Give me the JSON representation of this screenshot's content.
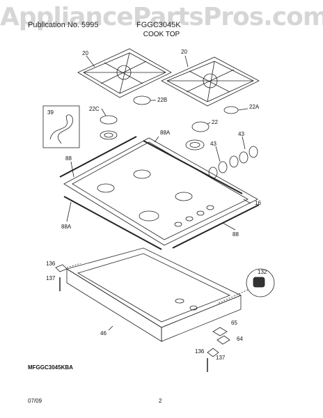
{
  "watermark": "AppliancePartsPros.com",
  "header": {
    "left": "Publication No. 5995",
    "right": "FGGC3045K",
    "section_title": "COOK TOP"
  },
  "callouts": {
    "grate_left": "20",
    "grate_right": "20",
    "cord": "39",
    "cap_22c": "22C",
    "cap_22b": "22B",
    "cap_22": "22",
    "cap_22a": "22A",
    "knobs": "43",
    "knob_single": "43",
    "trim_88a_top": "88A",
    "trim_88_left": "88",
    "trim_88a_bottom": "88A",
    "trim_88_right": "88",
    "bezel": "16",
    "screw_136_top": "136",
    "screw_137_top": "137",
    "valve": "132",
    "box": "46",
    "bracket_65": "65",
    "bracket_64": "64",
    "screw_136_bottom": "136",
    "screw_137_bottom": "137"
  },
  "footer": {
    "model": "MFGGC3045KBA",
    "date": "07/09",
    "page": "2"
  },
  "colors": {
    "line": "#222222",
    "watermark": "#b4b4b4"
  }
}
